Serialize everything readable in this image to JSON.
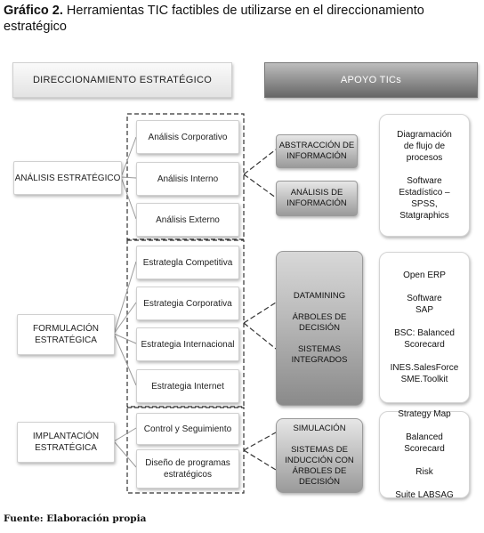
{
  "caption": {
    "label": "Gráfico 2.",
    "text": " Herramientas TIC factibles de utilizarse en el direccionamiento estratégico"
  },
  "headers": {
    "left": "DIRECCIONAMIENTO ESTRATÉGICO",
    "right": "APOYO TICs"
  },
  "phases": {
    "analisis": "ANÁLISIS ESTRATÉGICO",
    "formulacion": "FORMULACIÓN\nESTRATÉGICA",
    "implantacion": "IMPLANTACIÓN\nESTRATÉGICA"
  },
  "activities": {
    "corporativo": "Análisis Corporativo",
    "interno": "Análisis Interno",
    "externo": "Análisis Externo",
    "competitiva": "Estrategla Competitiva",
    "corporativa": "Estrategia Corporativa",
    "internacional": "Estrategia Internacional",
    "internet": "Estrategia Internet",
    "control": "Control y Seguimiento",
    "diseno": "Diseño de programas\nestratégicos"
  },
  "supports": {
    "abstraccion": "ABSTRACCIÓN DE\nINFORMACIÓN",
    "analisis_info": "ANÁLISIS DE\nINFORMACIÓN",
    "datamining": "DATAMINING\n\nÁRBOLES DE\nDECISIÓN\n\nSISTEMAS\nINTEGRADOS",
    "simulacion": "SIMULACIÓN\n\nSISTEMAS DE\nINDUCCIÓN CON\nÁRBOLES DE\nDECISIÓN"
  },
  "tools": {
    "analisis": "Diagramación\nde flujo de\nprocesos\n\nSoftware\nEstadístico –\nSPSS,\nStatgraphics",
    "formulacion": "Open ERP\n\nSoftware\nSAP\n\nBSC: Balanced\nScorecard\n\nINES.SalesForce\nSME.Toolkit",
    "implantacion": "Strategy Map\n\nBalanced\nScorecard\n\nRisk\n\nSuite LABSAG"
  },
  "footer": "Fuente: Elaboración propia"
}
